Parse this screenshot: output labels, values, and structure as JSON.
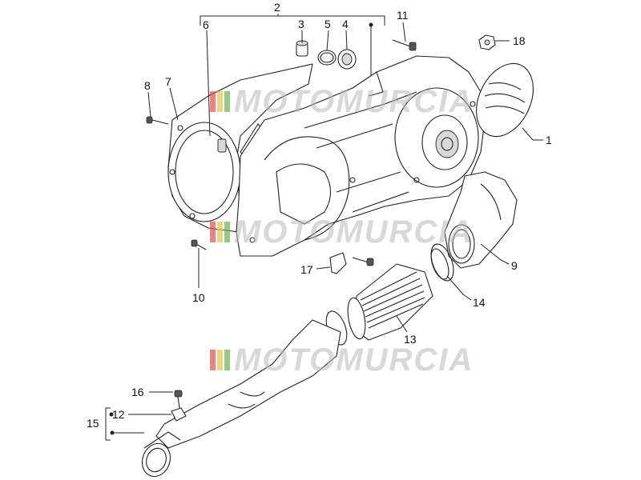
{
  "callouts": [
    {
      "id": "1",
      "text": "1"
    },
    {
      "id": "2",
      "text": "2"
    },
    {
      "id": "3",
      "text": "3"
    },
    {
      "id": "4",
      "text": "4"
    },
    {
      "id": "5",
      "text": "5"
    },
    {
      "id": "6",
      "text": "6"
    },
    {
      "id": "7",
      "text": "7"
    },
    {
      "id": "8",
      "text": "8"
    },
    {
      "id": "9",
      "text": "9"
    },
    {
      "id": "10",
      "text": "10"
    },
    {
      "id": "11",
      "text": "11"
    },
    {
      "id": "12",
      "text": "12"
    },
    {
      "id": "13",
      "text": "13"
    },
    {
      "id": "14",
      "text": "14"
    },
    {
      "id": "15",
      "text": "15"
    },
    {
      "id": "16",
      "text": "16"
    },
    {
      "id": "17",
      "text": "17"
    },
    {
      "id": "18",
      "text": "18"
    }
  ],
  "watermark": {
    "text": "MOTOMURCIA",
    "colors": {
      "red": "#d9534f",
      "yellow": "#e8c840",
      "green": "#6fae5a"
    }
  }
}
